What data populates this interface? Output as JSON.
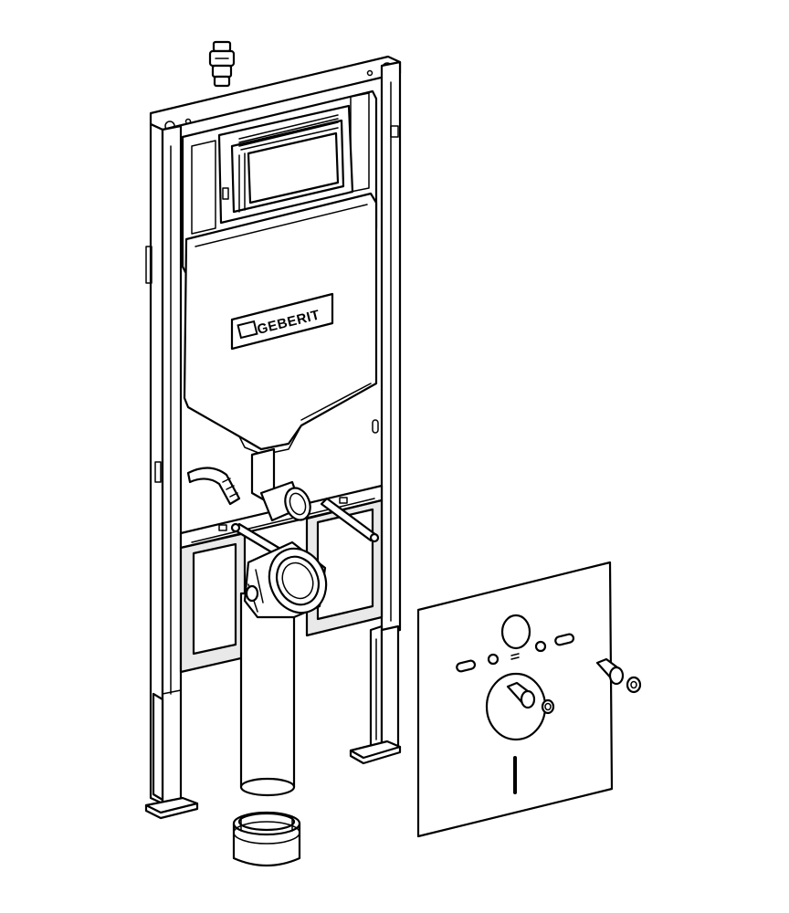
{
  "diagram": {
    "brand_label": "GEBERIT",
    "colors": {
      "line": "#000000",
      "background": "#ffffff",
      "panel_shade": "#e9e9e9"
    },
    "parts": [
      "installation-frame",
      "cistern",
      "actuator-opening",
      "supply-valve",
      "drain-pipe",
      "pipe-connector",
      "mounting-bolts",
      "floor-feet",
      "soundproofing-pad",
      "pad-bolt",
      "pad-washer"
    ]
  }
}
